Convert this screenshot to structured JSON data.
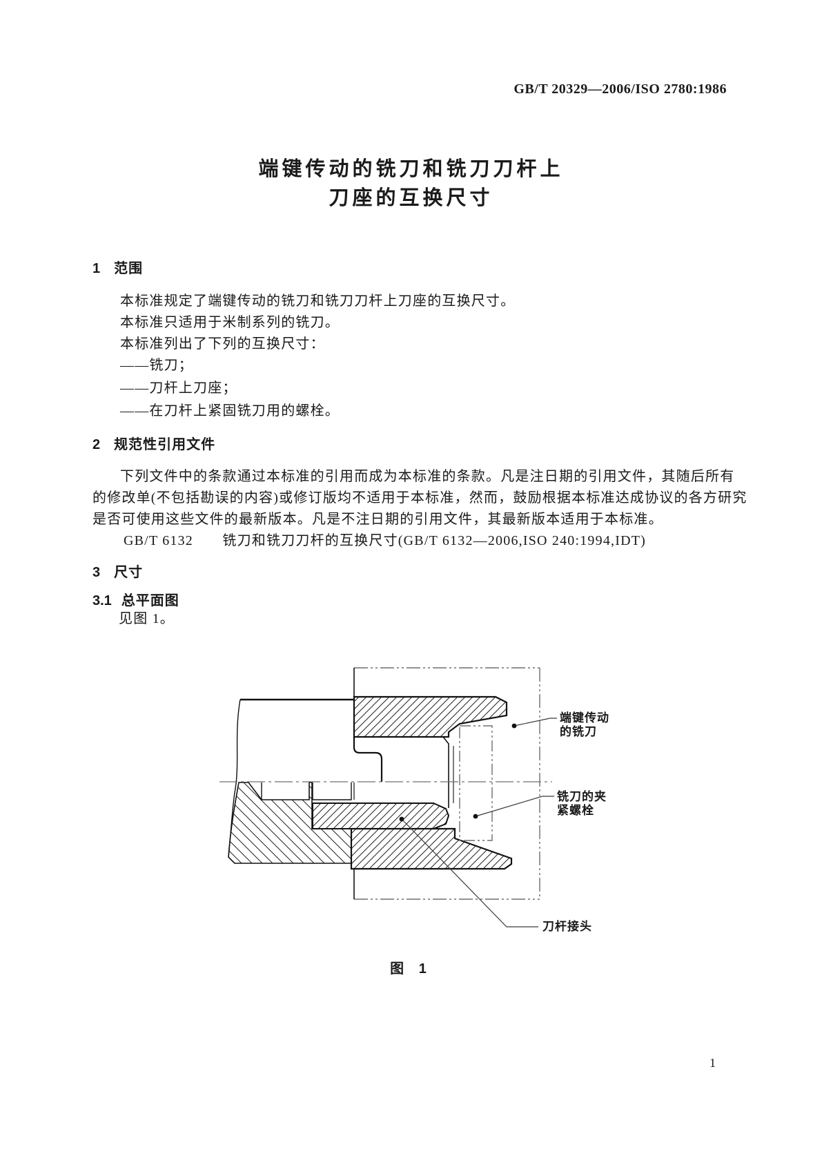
{
  "page": {
    "header_code": "GB/T 20329—2006/ISO 2780:1986",
    "page_number": "1"
  },
  "title": {
    "line1": "端键传动的铣刀和铣刀刀杆上",
    "line2": "刀座的互换尺寸"
  },
  "sections": {
    "s1": {
      "number": "1",
      "heading": "范围",
      "paragraphs": [
        "本标准规定了端键传动的铣刀和铣刀刀杆上刀座的互换尺寸。",
        "本标准只适用于米制系列的铣刀。",
        "本标准列出了下列的互换尺寸："
      ],
      "items": [
        "——铣刀；",
        "——刀杆上刀座；",
        "——在刀杆上紧固铣刀用的螺栓。"
      ]
    },
    "s2": {
      "number": "2",
      "heading": "规范性引用文件",
      "lines": [
        "下列文件中的条款通过本标准的引用而成为本标准的条款。凡是注日期的引用文件，其随后所有",
        "的修改单(不包括勘误的内容)或修订版均不适用于本标准，然而，鼓励根据本标准达成协议的各方研究",
        "是否可使用这些文件的最新版本。凡是不注日期的引用文件，其最新版本适用于本标准。",
        "GB/T 6132　　铣刀和铣刀刀杆的互换尺寸(GB/T 6132—2006,ISO 240:1994,IDT)"
      ]
    },
    "s3": {
      "number": "3",
      "heading": "尺寸"
    },
    "s31": {
      "number": "3.1",
      "heading": "总平面图",
      "body": "见图 1。"
    }
  },
  "figure": {
    "caption": "图  1",
    "labels": {
      "cutter_line1": "端键传动",
      "cutter_line2": "的铣刀",
      "bolt_line1": "铣刀的夹",
      "bolt_line2": "紧螺栓",
      "adapter": "刀杆接头"
    }
  },
  "colors": {
    "ink": "#1a1a1a",
    "outline": "#111111",
    "phantom": "#6e6e6e"
  }
}
